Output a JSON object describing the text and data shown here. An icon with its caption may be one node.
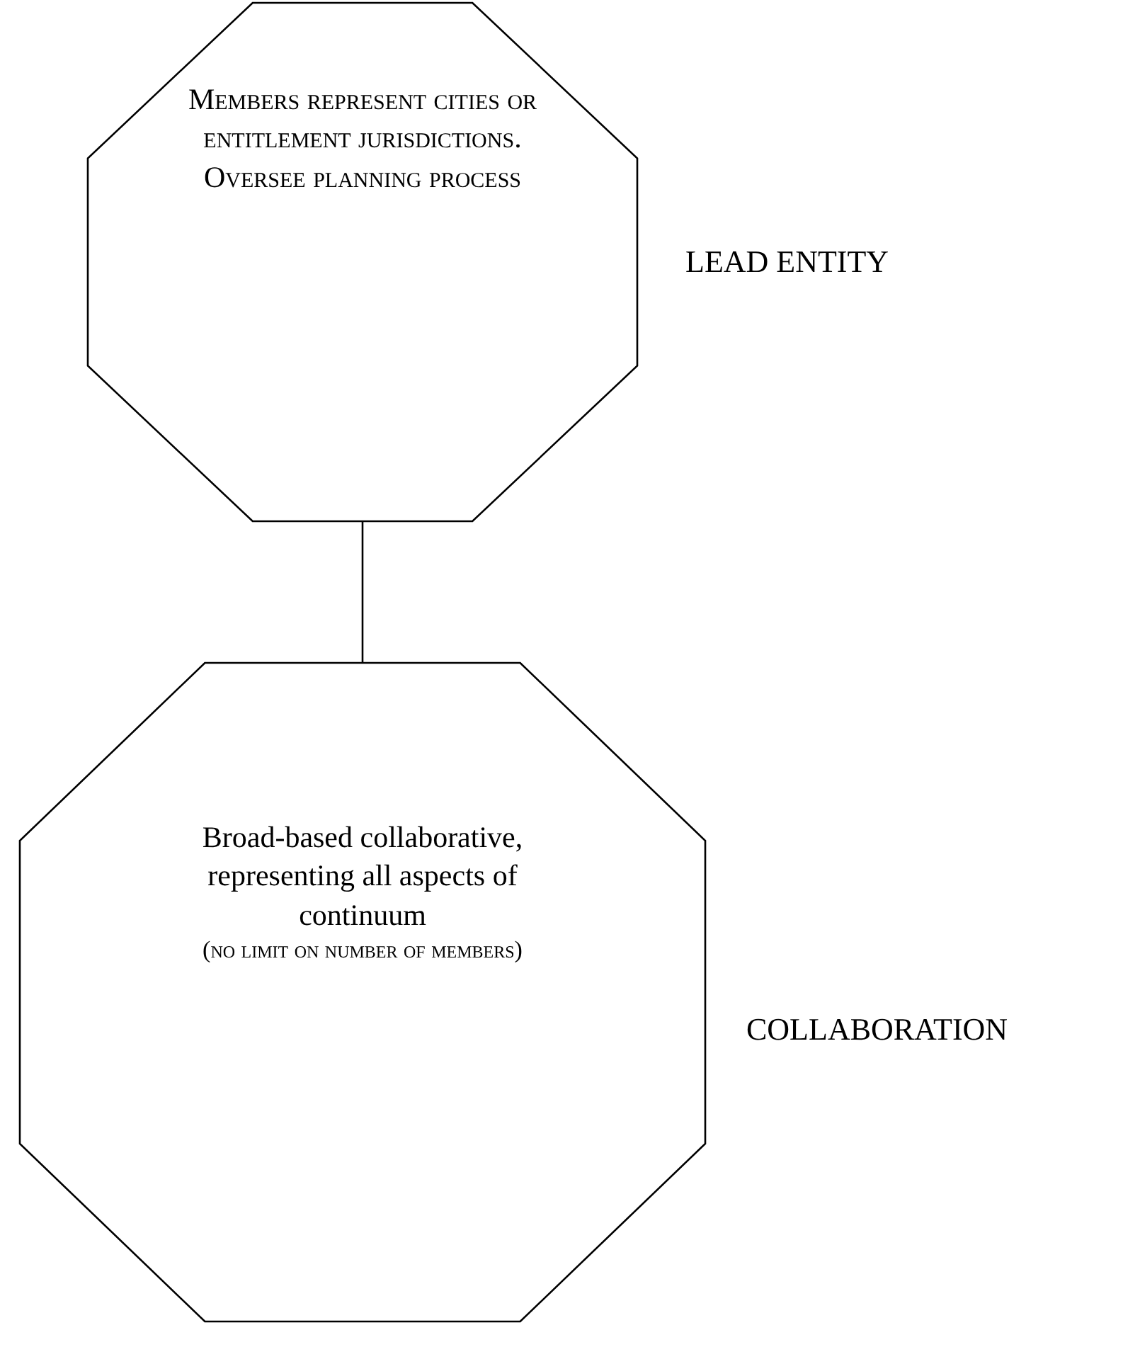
{
  "diagram": {
    "nodes": [
      {
        "text": [
          "Members represent cities or entitlement jurisdictions. Oversee planning process"
        ],
        "beside": [
          "LEAD ENTITY"
        ]
      },
      {
        "text": [
          "Broad-based collaborative, representing all aspects of continuum",
          "(no limit on number of members)"
        ],
        "beside": [
          "COLLABORATION"
        ]
      }
    ],
    "edges": [
      {
        "from": 0,
        "to": 1,
        "arrow": "none"
      }
    ]
  }
}
